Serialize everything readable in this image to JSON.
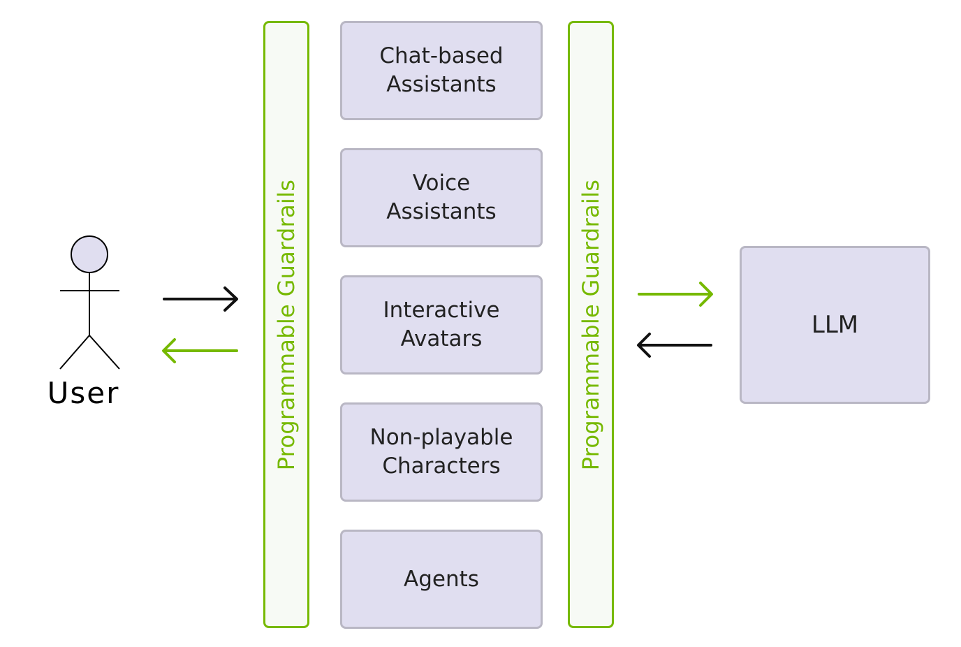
{
  "colors": {
    "guardrail_green": "#76b900",
    "box_fill": "#e0def0",
    "box_border": "#b9b7c4",
    "arrow_black": "#111111",
    "text": "#222222"
  },
  "user": {
    "label": "User",
    "icon": "stick-figure-icon"
  },
  "guardrails": {
    "left_label": "Programmable Guardrails",
    "right_label": "Programmable Guardrails"
  },
  "applications": [
    {
      "label": "Chat-based Assistants"
    },
    {
      "label": "Voice Assistants"
    },
    {
      "label": "Interactive Avatars"
    },
    {
      "label": "Non-playable Characters"
    },
    {
      "label": "Agents"
    }
  ],
  "llm": {
    "label": "LLM"
  },
  "arrows": [
    {
      "name": "user-to-guardrails-arrow",
      "direction": "right",
      "color": "black"
    },
    {
      "name": "guardrails-to-user-arrow",
      "direction": "left",
      "color": "green"
    },
    {
      "name": "guardrails-to-llm-arrow",
      "direction": "right",
      "color": "green"
    },
    {
      "name": "llm-to-guardrails-arrow",
      "direction": "left",
      "color": "black"
    }
  ]
}
